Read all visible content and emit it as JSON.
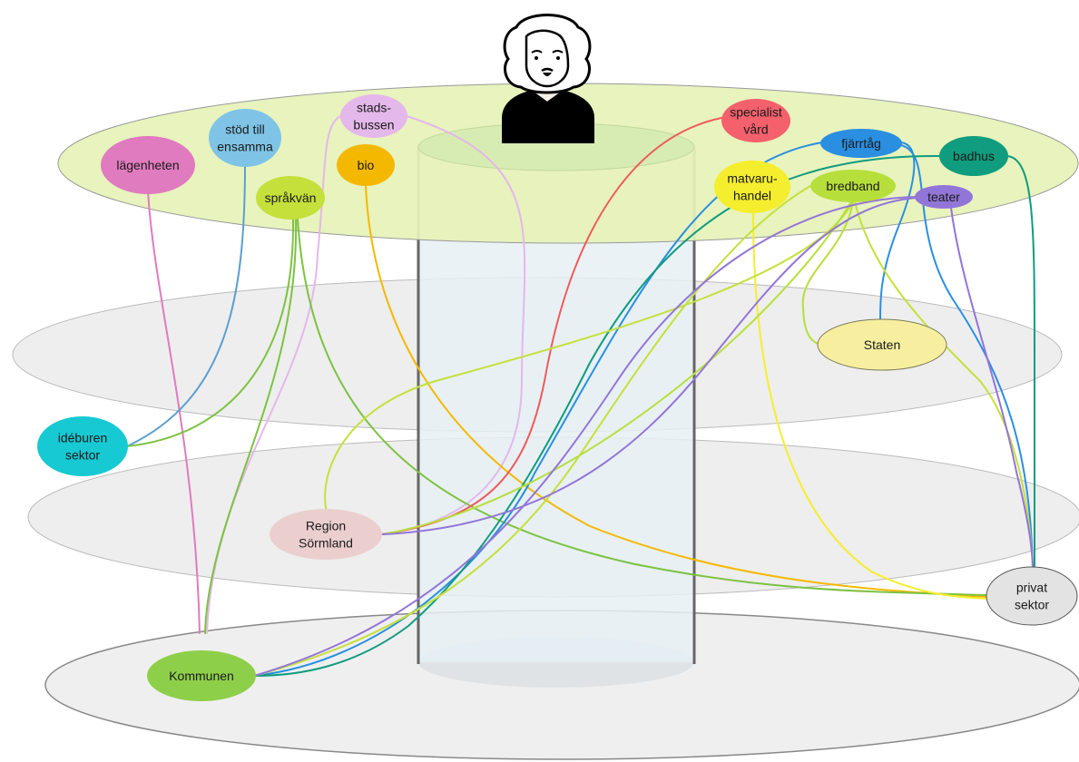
{
  "diagram": {
    "nodes": {
      "lagenheten": {
        "lines": [
          "lägenheten"
        ],
        "color": "#e07bbf",
        "text_color": "#ffffff"
      },
      "stod": {
        "lines": [
          "stöd till",
          "ensamma"
        ],
        "color": "#7fc4e6",
        "text_color": "#ffffff"
      },
      "stadsbussen": {
        "lines": [
          "stads-",
          "bussen"
        ],
        "color": "#e4b8ea",
        "text_color": "#ffffff"
      },
      "bio": {
        "lines": [
          "bio"
        ],
        "color": "#f5b800",
        "text_color": "#ffffff"
      },
      "sprakvan": {
        "lines": [
          "språkvän"
        ],
        "color": "#c5e03b",
        "text_color": "#333333"
      },
      "specialist": {
        "lines": [
          "specialist",
          "vård"
        ],
        "color": "#f4606b",
        "text_color": "#ffffff"
      },
      "fjarrtag": {
        "lines": [
          "fjärrtåg"
        ],
        "color": "#2a8fe0",
        "text_color": "#ffffff"
      },
      "badhus": {
        "lines": [
          "badhus"
        ],
        "color": "#109c7e",
        "text_color": "#ffffff"
      },
      "matvaruhandel": {
        "lines": [
          "matvaru-",
          "handel"
        ],
        "color": "#f5ee2e",
        "text_color": "#333333"
      },
      "bredband": {
        "lines": [
          "bredband"
        ],
        "color": "#b7df3c",
        "text_color": "#ffffff"
      },
      "teater": {
        "lines": [
          "teater"
        ],
        "color": "#9275d8",
        "text_color": "#ffffff"
      },
      "staten": {
        "lines": [
          "Staten"
        ],
        "color": "#f7ef9f",
        "text_color": "#333333"
      },
      "ideburen": {
        "lines": [
          "idéburen",
          "sektor"
        ],
        "color": "#17c9d2",
        "text_color": "#333333"
      },
      "region": {
        "lines": [
          "Region",
          "Sörmland"
        ],
        "color": "#ebcfcf",
        "text_color": "#333333"
      },
      "privat": {
        "lines": [
          "privat",
          "sektor"
        ],
        "color": "#e3e3e3",
        "text_color": "#333333"
      },
      "kommunen": {
        "lines": [
          "Kommunen"
        ],
        "color": "#8ecf4a",
        "text_color": "#333333"
      }
    },
    "colors": {
      "top_layer": "#e6f2b8",
      "middle_layers": "#eeeeee",
      "cylinder": "#e8f1f4"
    },
    "icons": {
      "person": "elderly-person-icon"
    }
  }
}
